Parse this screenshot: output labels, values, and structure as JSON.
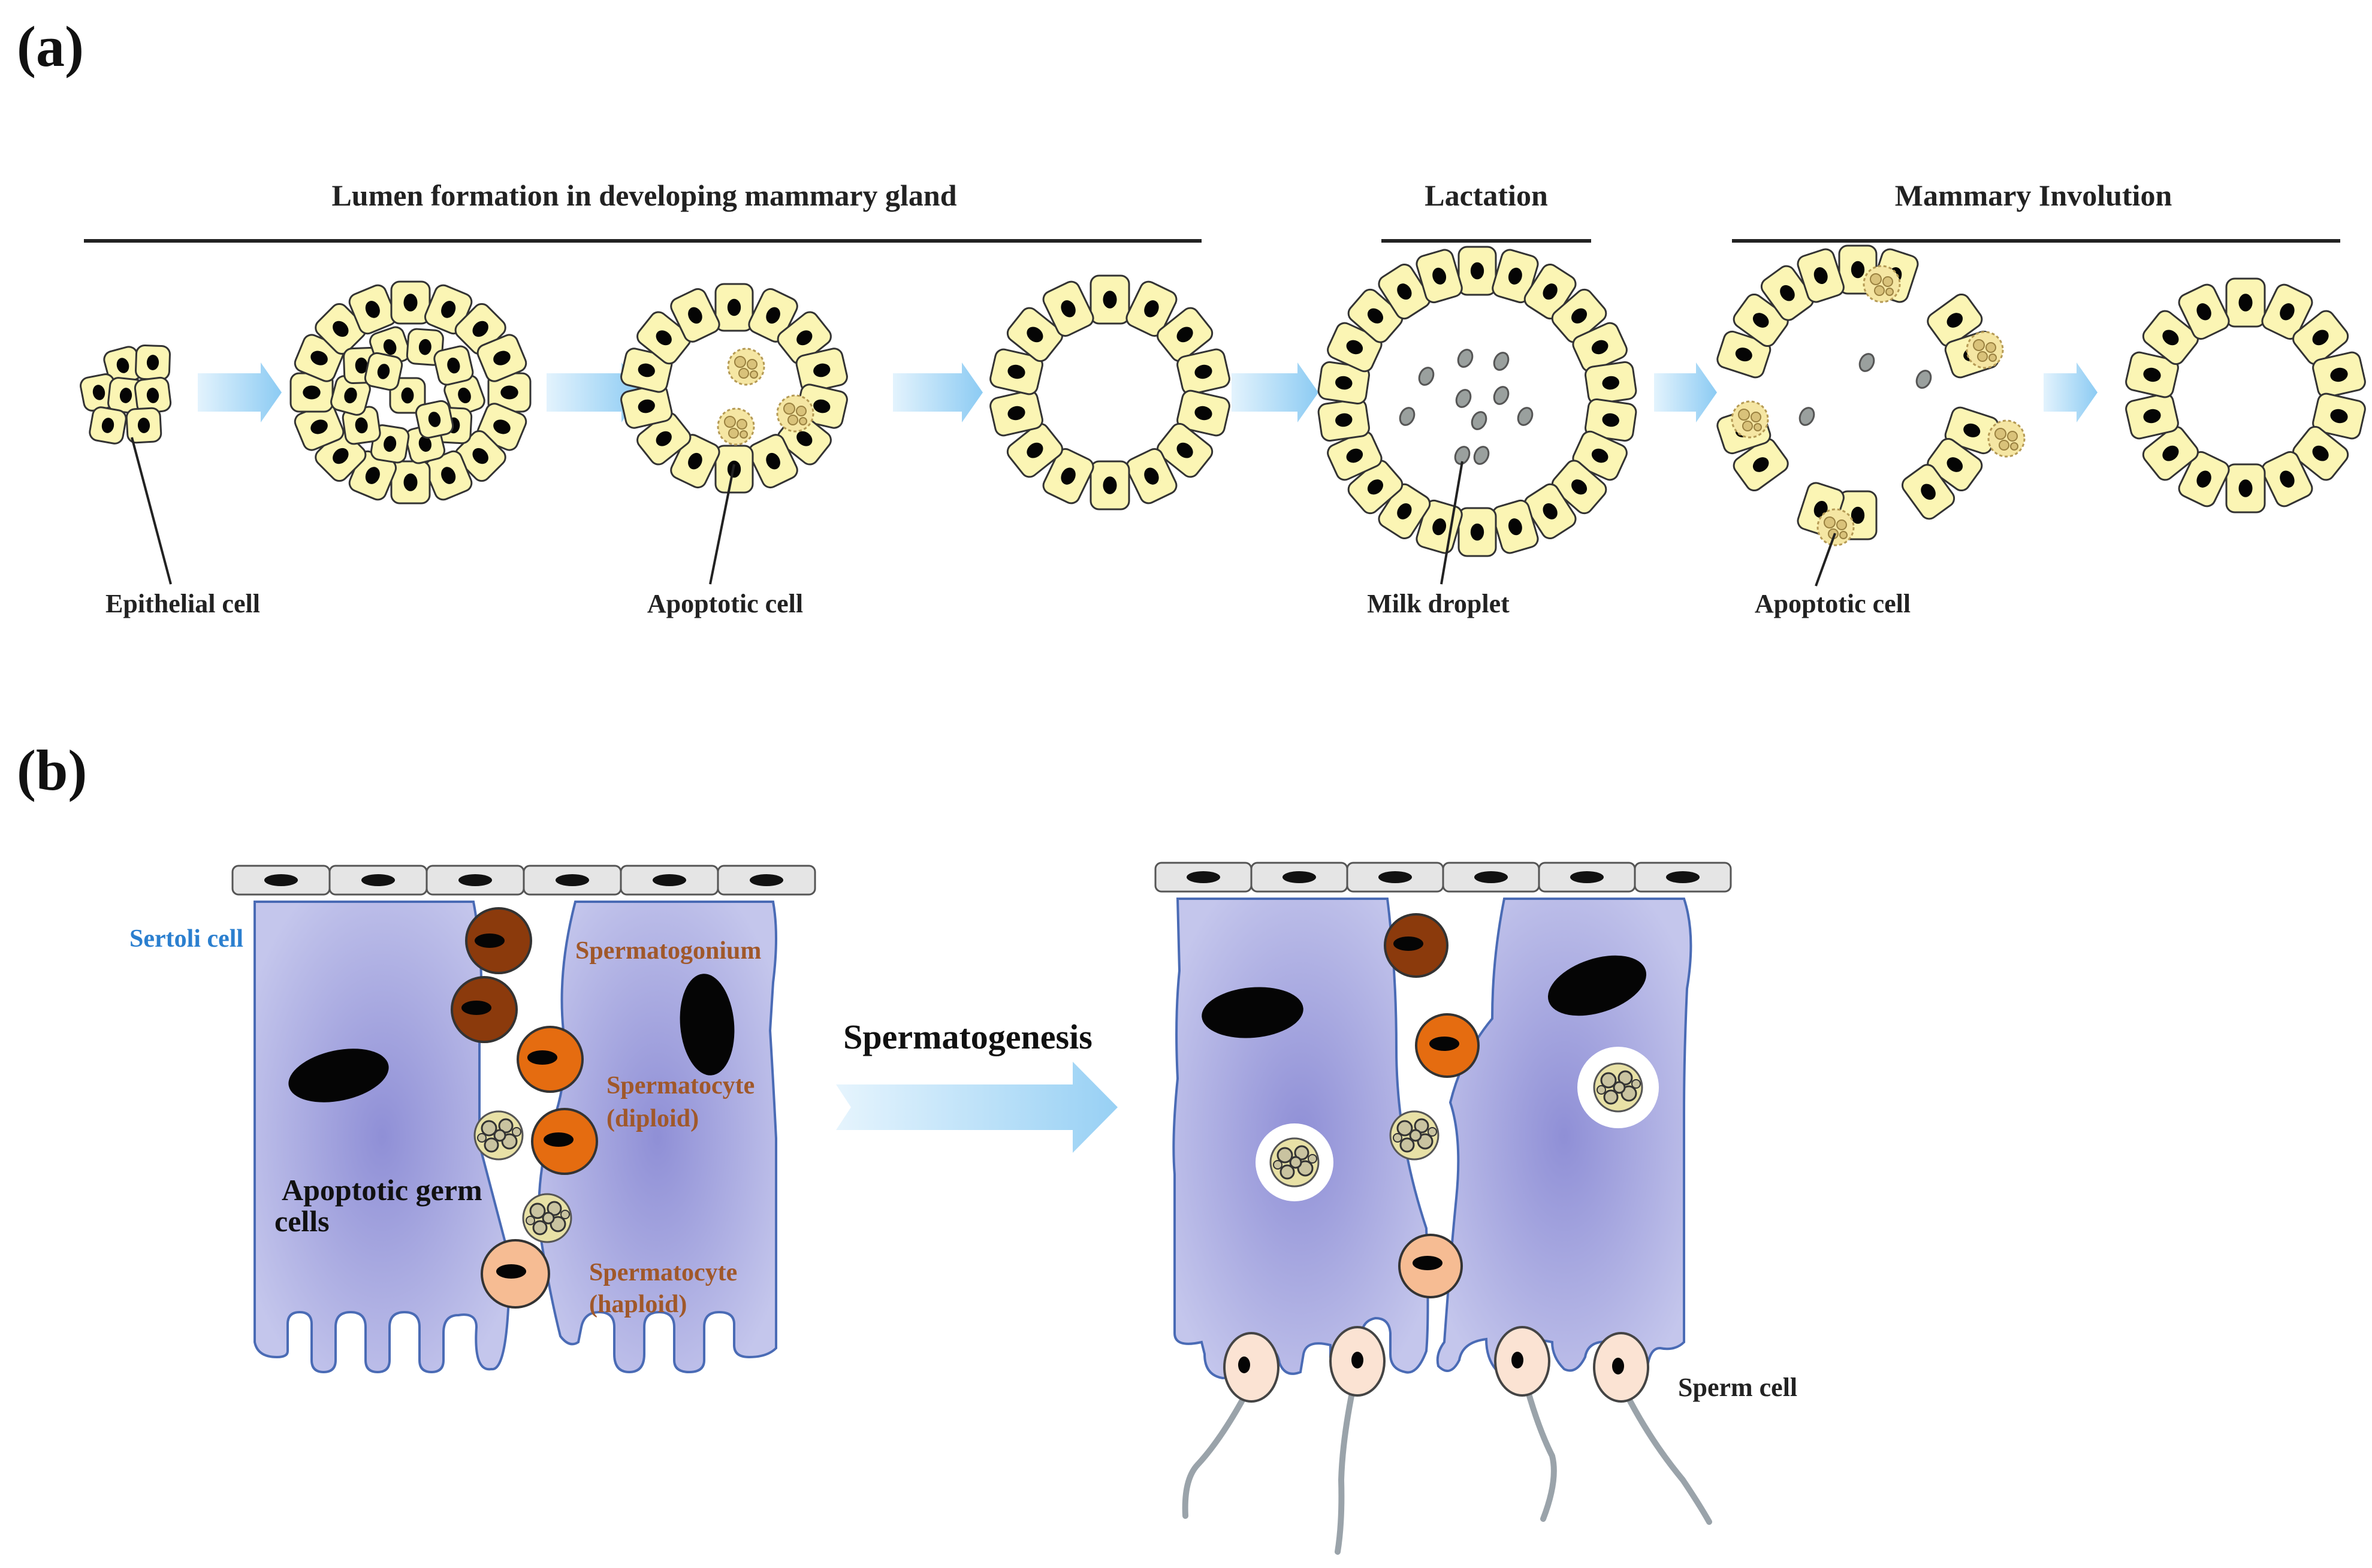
{
  "panel_a": {
    "label": "(a)",
    "headers": {
      "lumen": "Lumen formation in developing mammary gland",
      "lactation": "Lactation",
      "involution": "Mammary Involution"
    },
    "labels": {
      "epithelial": "Epithelial  cell",
      "apoptotic1": "Apoptotic cell",
      "milk": "Milk droplet",
      "apoptotic2": "Apoptotic cell"
    }
  },
  "panel_b": {
    "label": "(b)",
    "labels": {
      "sertoli": "Sertoli cell",
      "spermatogonium": "Spermatogonium",
      "spermatocyte_diploid_1": "Spermatocyte",
      "spermatocyte_diploid_2": "(diploid)",
      "apoptotic_germ_1": "Apoptotic germ",
      "apoptotic_germ_2": "cells",
      "spermatocyte_haploid_1": "Spermatocyte",
      "spermatocyte_haploid_2": "(haploid)",
      "spermatogenesis": "Spermatogenesis",
      "sperm_cell": "Sperm cell"
    }
  },
  "colors": {
    "epithelial_fill": "#fbf5b4",
    "sertoli_fill": "#b9bbe6",
    "sertoli_core": "#8f8fd6",
    "sertoli_edge": "#4a6bb5",
    "arrow": "#a9d8f5",
    "spermatogonium": "#8b3a0c",
    "spermatocyte_diploid": "#e56c10",
    "spermatocyte_haploid": "#f6bc93",
    "sperm_head": "#fbe3d3"
  }
}
